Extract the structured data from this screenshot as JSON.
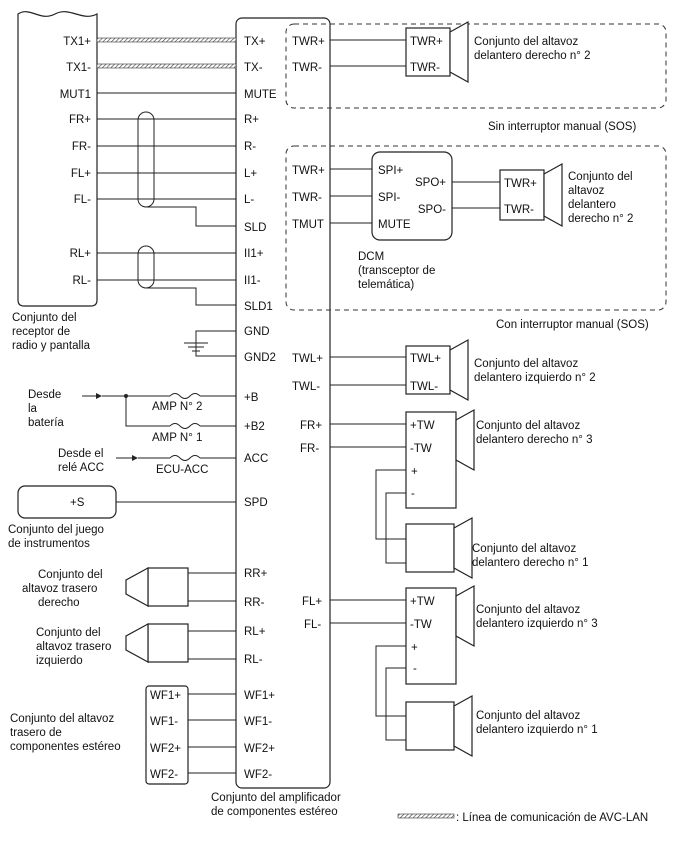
{
  "radio": {
    "caption": [
      "Conjunto del",
      "receptor de",
      "radio y pantalla"
    ],
    "pins": [
      "TX1+",
      "TX1-",
      "MUT1",
      "FR+",
      "FR-",
      "FL+",
      "FL-",
      "RL+",
      "RL-"
    ]
  },
  "amp": {
    "caption": [
      "Conjunto del amplificador",
      "de componentes estéreo"
    ],
    "left_pins": [
      "TX+",
      "TX-",
      "MUTE",
      "R+",
      "R-",
      "L+",
      "L-",
      "SLD",
      "II1+",
      "II1-",
      "SLD1",
      "GND",
      "GND2",
      "+B",
      "+B2",
      "ACC",
      "SPD",
      "RR+",
      "RR-",
      "RL+",
      "RL-",
      "WF1+",
      "WF1-",
      "WF2+",
      "WF2-"
    ],
    "right_pins_a": [
      "TWR+",
      "TWR-"
    ],
    "right_pins_b": [
      "TWR+",
      "TWR-",
      "TMUT"
    ],
    "right_pins_c": [
      "TWL+",
      "TWL-",
      "FR+",
      "FR-",
      "FL+",
      "FL-"
    ]
  },
  "group_sos_without": {
    "label": "Sin interruptor manual (SOS)",
    "speaker_pins": [
      "TWR+",
      "TWR-"
    ],
    "speaker_caption": [
      "Conjunto del altavoz",
      "delantero derecho n° 2"
    ]
  },
  "group_sos_with": {
    "label": "Con interruptor manual (SOS)",
    "dcm_pins": [
      "SPI+",
      "SPI-",
      "MUTE",
      "SPO+",
      "SPO-"
    ],
    "dcm_caption": [
      "DCM",
      "(transceptor de",
      "telemática)"
    ],
    "speaker_pins": [
      "TWR+",
      "TWR-"
    ],
    "speaker_caption": [
      "Conjunto del",
      "altavoz",
      "delantero",
      "derecho n° 2"
    ]
  },
  "front_left_2": {
    "pins": [
      "TWL+",
      "TWL-"
    ],
    "caption": [
      "Conjunto del altavoz",
      "delantero izquierdo n° 2"
    ]
  },
  "front_right_3": {
    "pins": [
      "+TW",
      "-TW",
      "+",
      "-"
    ],
    "caption": [
      "Conjunto del altavoz",
      "delantero derecho n° 3"
    ]
  },
  "front_right_1": {
    "caption": [
      "Conjunto del altavoz",
      "delantero derecho n° 1"
    ]
  },
  "front_left_3": {
    "pins": [
      "+TW",
      "-TW",
      "+",
      "-"
    ],
    "caption": [
      "Conjunto del altavoz",
      "delantero izquierdo n° 3"
    ]
  },
  "front_left_1": {
    "caption": [
      "Conjunto del altavoz",
      "delantero izquierdo n° 1"
    ]
  },
  "power": {
    "battery": [
      "Desde",
      "la",
      "batería"
    ],
    "relay": [
      "Desde el",
      "relé ACC"
    ],
    "fuses": [
      "AMP N° 2",
      "AMP N° 1",
      "ECU-ACC"
    ]
  },
  "meter": {
    "pin": "+S",
    "caption": [
      "Conjunto del juego",
      "de instrumentos"
    ]
  },
  "rear_right": {
    "caption": [
      "Conjunto del",
      "altavoz trasero",
      "derecho"
    ]
  },
  "rear_left": {
    "caption": [
      "Conjunto del",
      "altavoz trasero",
      "izquierdo"
    ]
  },
  "rear_stereo": {
    "pins": [
      "WF1+",
      "WF1-",
      "WF2+",
      "WF2-"
    ],
    "caption": [
      "Conjunto del altavoz",
      "trasero de",
      "componentes estéreo"
    ]
  },
  "legend": {
    "label": ": Línea de comunicación de AVC-LAN"
  }
}
